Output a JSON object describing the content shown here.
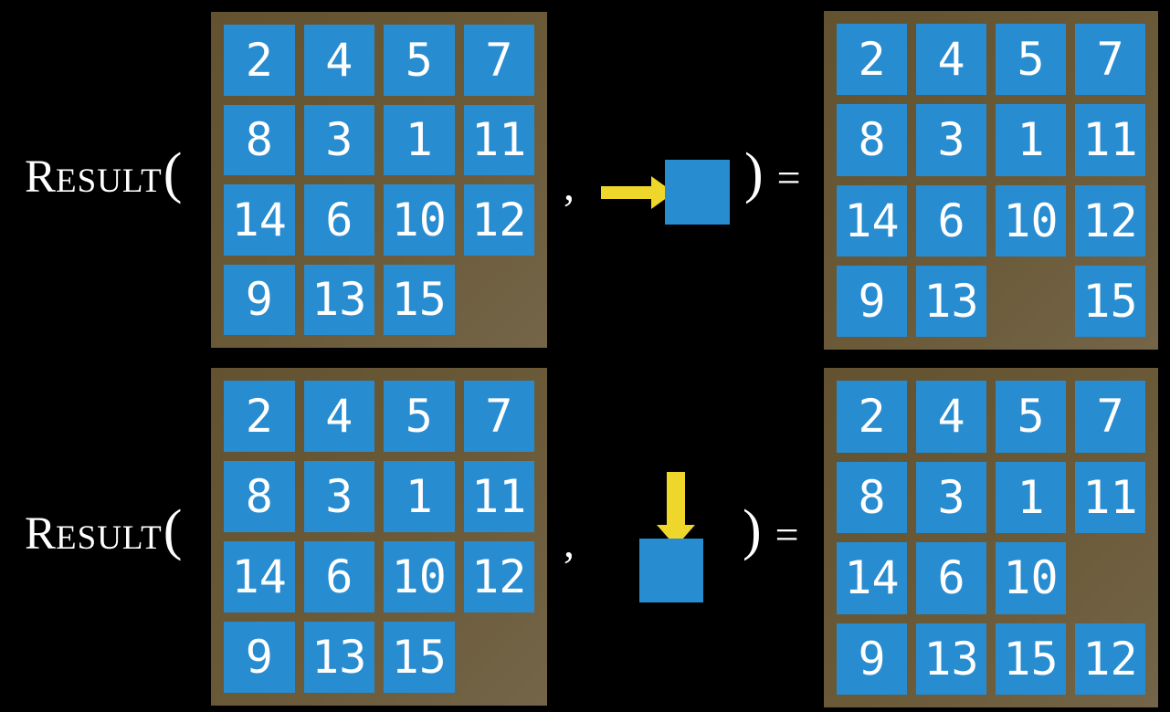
{
  "title": "RESULT function examples on sliding-tile puzzle states",
  "colors": {
    "background": "#000000",
    "tile_blue": "#288CD0",
    "board_brown_dark": "#63522F",
    "board_brown": "#6A5A38",
    "board_brown_light": "#746549",
    "arrow_yellow": "#EFD62B",
    "text_white": "#FFFFFF"
  },
  "examples": [
    {
      "function_name": {
        "initial": "R",
        "rest": "ESULT"
      },
      "open_paren": "(",
      "comma": ",",
      "action_direction": "right",
      "action_icon": "right-arrow-icon",
      "close_paren": ")",
      "equals": "=",
      "input_grid": [
        [
          "2",
          "4",
          "5",
          "7"
        ],
        [
          "8",
          "3",
          "1",
          "11"
        ],
        [
          "14",
          "6",
          "10",
          "12"
        ],
        [
          "9",
          "13",
          "15",
          ""
        ]
      ],
      "output_grid": [
        [
          "2",
          "4",
          "5",
          "7"
        ],
        [
          "8",
          "3",
          "1",
          "11"
        ],
        [
          "14",
          "6",
          "10",
          "12"
        ],
        [
          "9",
          "13",
          "",
          "15"
        ]
      ]
    },
    {
      "function_name": {
        "initial": "R",
        "rest": "ESULT"
      },
      "open_paren": "(",
      "comma": ",",
      "action_direction": "down",
      "action_icon": "down-arrow-icon",
      "close_paren": ")",
      "equals": "=",
      "input_grid": [
        [
          "2",
          "4",
          "5",
          "7"
        ],
        [
          "8",
          "3",
          "1",
          "11"
        ],
        [
          "14",
          "6",
          "10",
          "12"
        ],
        [
          "9",
          "13",
          "15",
          ""
        ]
      ],
      "output_grid": [
        [
          "2",
          "4",
          "5",
          "7"
        ],
        [
          "8",
          "3",
          "1",
          "11"
        ],
        [
          "14",
          "6",
          "10",
          ""
        ],
        [
          "9",
          "13",
          "15",
          "12"
        ]
      ]
    }
  ]
}
